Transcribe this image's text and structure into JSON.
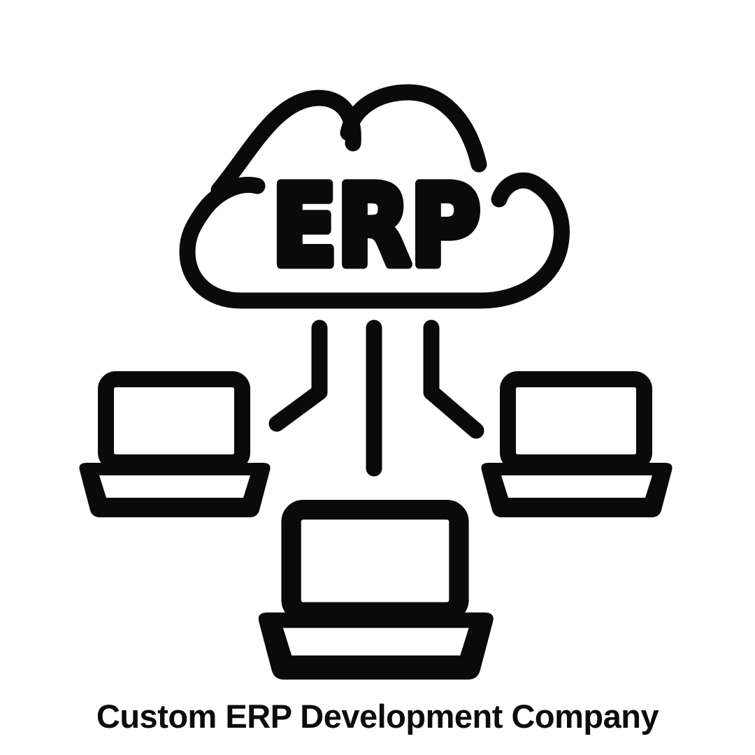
{
  "colors": {
    "ink": "#0a0a0a",
    "background": "#ffffff"
  },
  "cloud": {
    "label": "ERP"
  },
  "caption": {
    "text": "Custom ERP Development Company"
  },
  "icons": {
    "cloud": "erp-cloud-icon",
    "laptop_left": "laptop-icon-left",
    "laptop_right": "laptop-icon-right",
    "laptop_bottom": "laptop-icon-bottom",
    "connectors": "connector-lines",
    "connector_count": 3
  }
}
